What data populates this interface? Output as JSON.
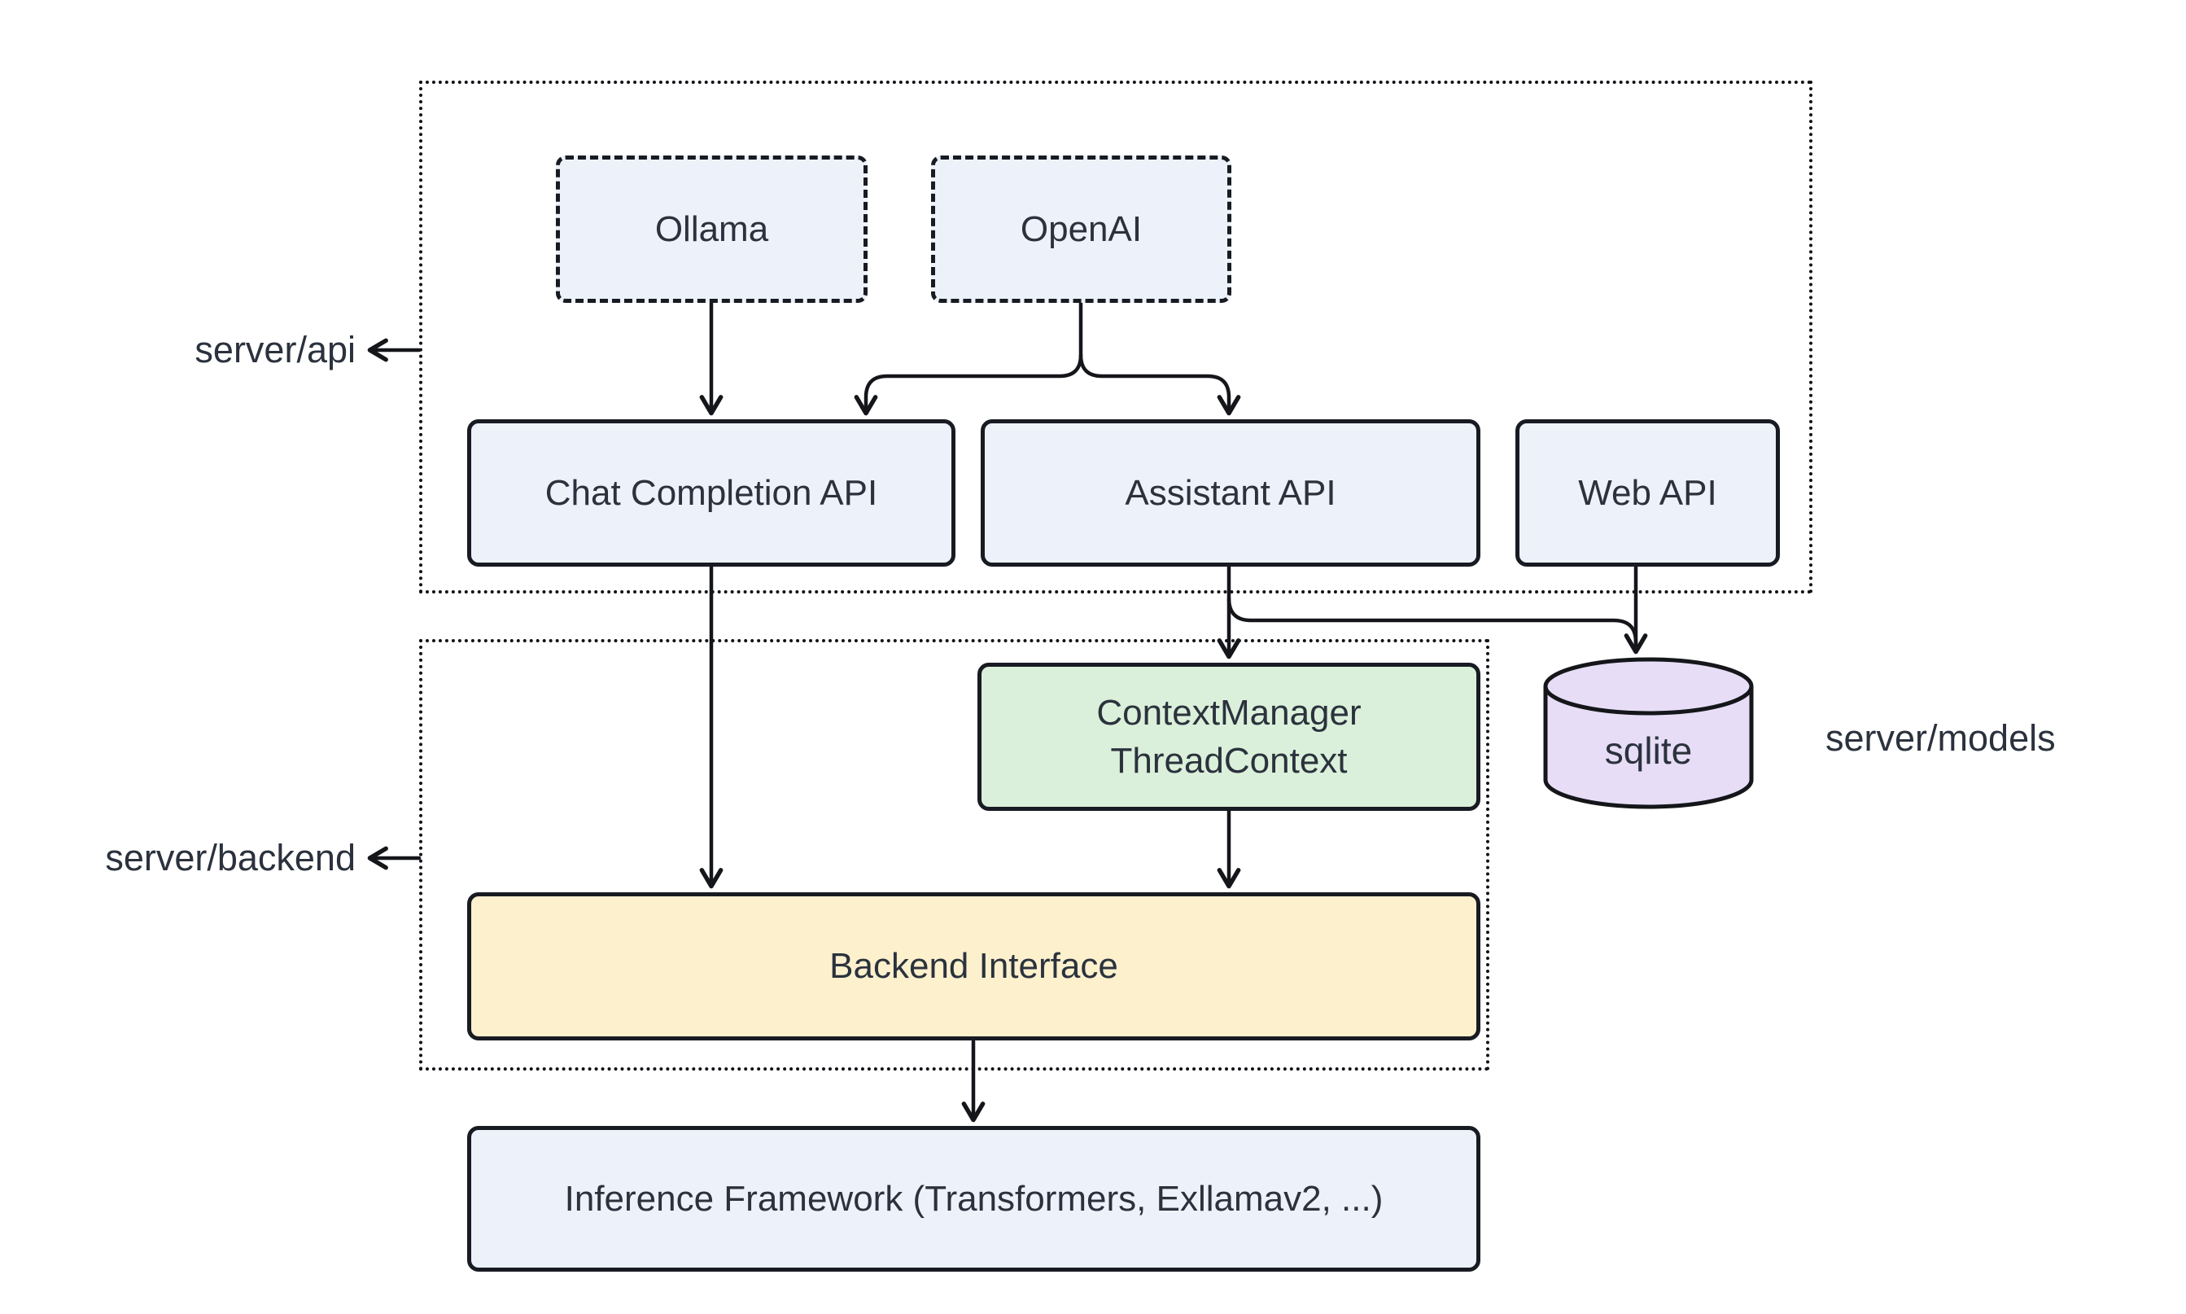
{
  "groups": {
    "server_api": {
      "label": "server/api"
    },
    "server_backend": {
      "label": "server/backend"
    },
    "server_models": {
      "label": "server/models"
    }
  },
  "nodes": {
    "ollama": {
      "label": "Ollama"
    },
    "openai": {
      "label": "OpenAI"
    },
    "chat_completion_api": {
      "label": "Chat Completion API"
    },
    "assistant_api": {
      "label": "Assistant API"
    },
    "web_api": {
      "label": "Web API"
    },
    "context_manager": {
      "line1": "ContextManager",
      "line2": "ThreadContext"
    },
    "sqlite": {
      "label": "sqlite"
    },
    "backend_interface": {
      "label": "Backend Interface"
    },
    "inference_framework": {
      "label": "Inference Framework (Transformers, Exllamav2, ...)"
    }
  },
  "edges": [
    {
      "from": "Ollama",
      "to": "Chat Completion API"
    },
    {
      "from": "OpenAI",
      "to": "Chat Completion API"
    },
    {
      "from": "OpenAI",
      "to": "Assistant API"
    },
    {
      "from": "Chat Completion API",
      "to": "Backend Interface"
    },
    {
      "from": "Assistant API",
      "to": "ContextManager ThreadContext"
    },
    {
      "from": "Assistant API",
      "to": "sqlite"
    },
    {
      "from": "Web API",
      "to": "sqlite"
    },
    {
      "from": "ContextManager ThreadContext",
      "to": "Backend Interface"
    },
    {
      "from": "Backend Interface",
      "to": "Inference Framework (Transformers, Exllamav2, ...)"
    }
  ],
  "colors": {
    "node_fill_blue": "#edf2fa",
    "node_fill_green": "#dbf0da",
    "node_fill_yellow": "#fdf0cd",
    "node_fill_purple": "#e7ddf6",
    "node_border": "#181b22",
    "text": "#2b323d",
    "line": "#14161a",
    "background": "#ffffff"
  }
}
